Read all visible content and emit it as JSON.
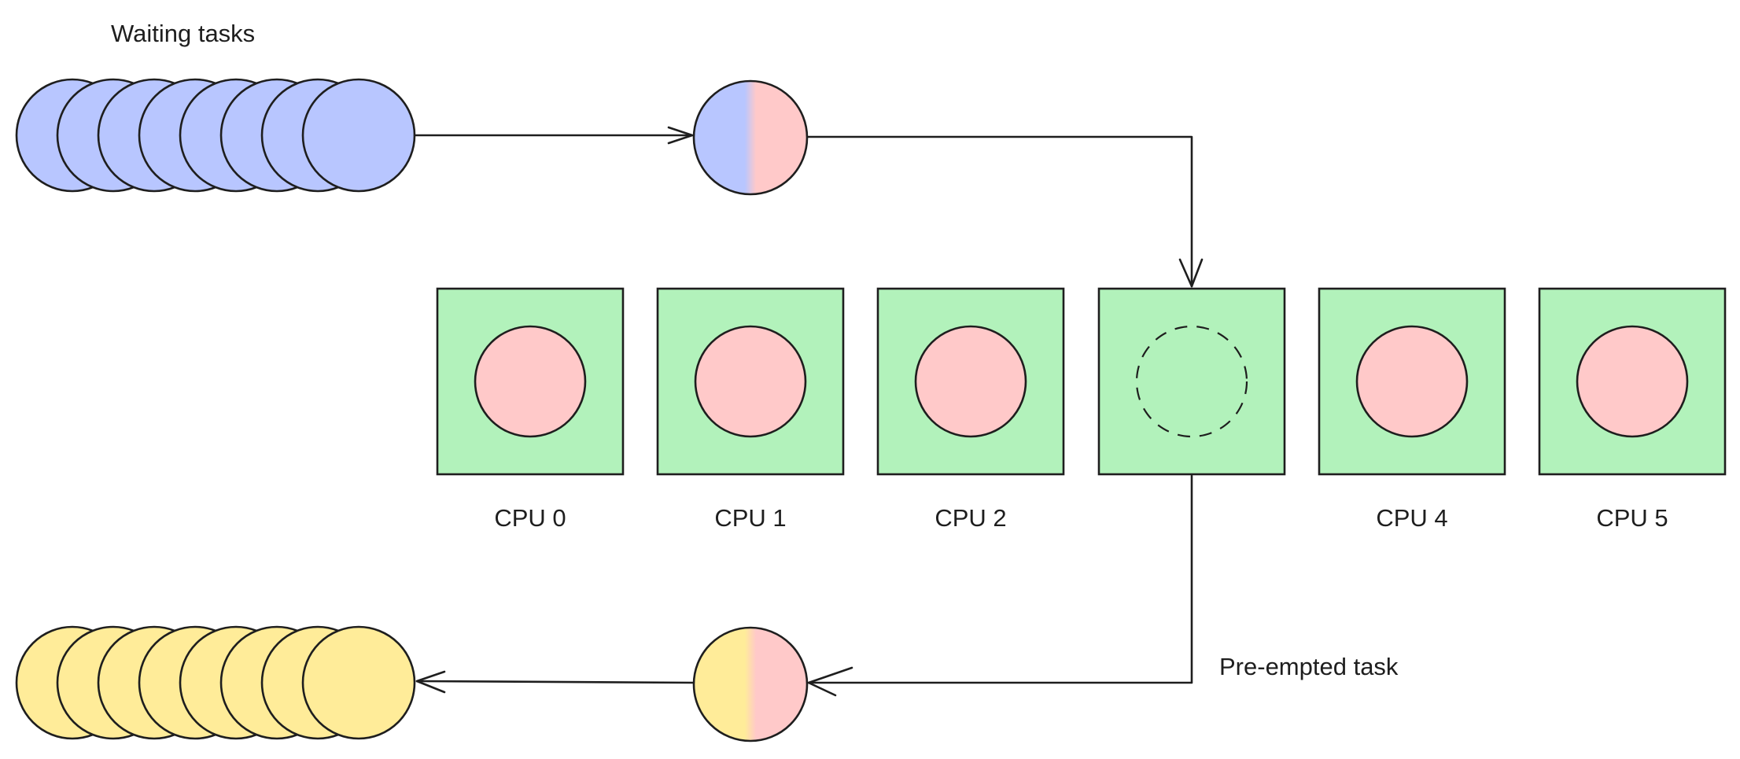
{
  "diagram": {
    "waiting_label": "Waiting tasks",
    "preempted_label": "Pre-empted task",
    "cpus": [
      {
        "label": "CPU 0",
        "state": "running"
      },
      {
        "label": "CPU 1",
        "state": "running"
      },
      {
        "label": "CPU 2",
        "state": "running"
      },
      {
        "label": "",
        "state": "empty"
      },
      {
        "label": "CPU 4",
        "state": "running"
      },
      {
        "label": "CPU 5",
        "state": "running"
      }
    ],
    "colors": {
      "waiting": "#b8c6ff",
      "running": "#ffc9c9",
      "preempted": "#ffec99",
      "cpu_box": "#b2f2bb",
      "stroke": "#1e1e1e"
    }
  }
}
